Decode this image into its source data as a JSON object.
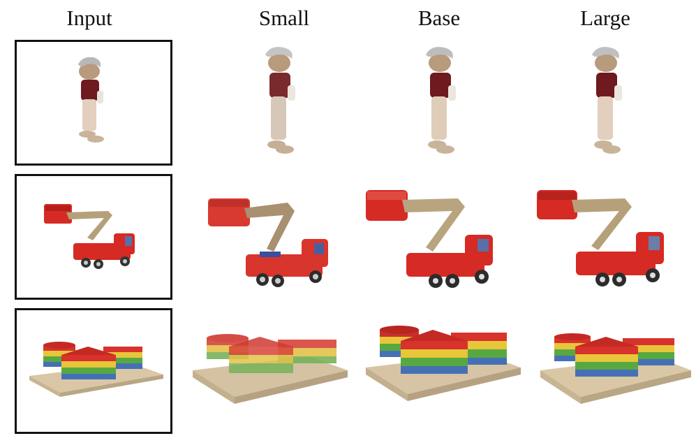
{
  "headers": {
    "input": "Input",
    "small": "Small",
    "base": "Base",
    "large": "Large"
  },
  "rows": [
    {
      "subject": "toy-figure"
    },
    {
      "subject": "toy-fire-truck"
    },
    {
      "subject": "toy-shape-sorter"
    }
  ],
  "colors": {
    "frame": "#111111",
    "hair": "#b8b8b8",
    "skin": "#b89a7c",
    "shirt": "#6e1a1e",
    "pants": "#e2cfbd",
    "truck_red": "#d62a24",
    "arm_tan": "#b5a07a",
    "wood": "#d9c7a6",
    "stack_red": "#d8322c",
    "stack_yellow": "#e8c63a",
    "stack_green": "#58a842",
    "stack_blue": "#4670b6"
  }
}
